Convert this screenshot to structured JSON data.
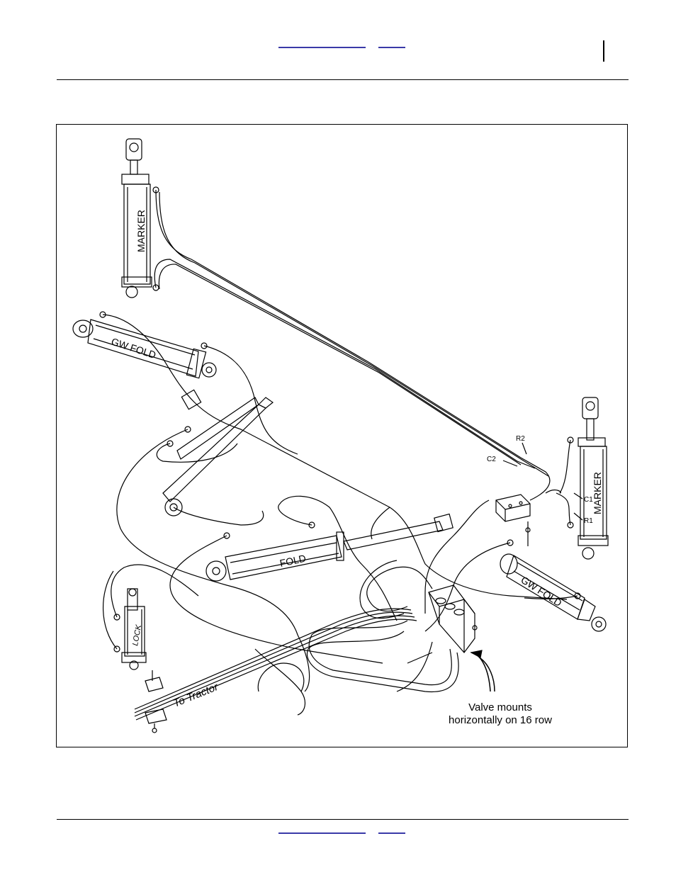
{
  "diagram": {
    "labels": {
      "marker_left": "MARKER",
      "marker_right": "MARKER",
      "gw_fold_left": "GW FOLD",
      "gw_fold_right": "GW FOLD",
      "fold": "FOLD",
      "lock": "LOCK",
      "to_tractor": "To Tractor",
      "r2": "R2",
      "c2": "C2",
      "c1": "C1",
      "r1": "R1",
      "valve_note_line1": "Valve mounts",
      "valve_note_line2": "horizontally on 16 row"
    }
  }
}
